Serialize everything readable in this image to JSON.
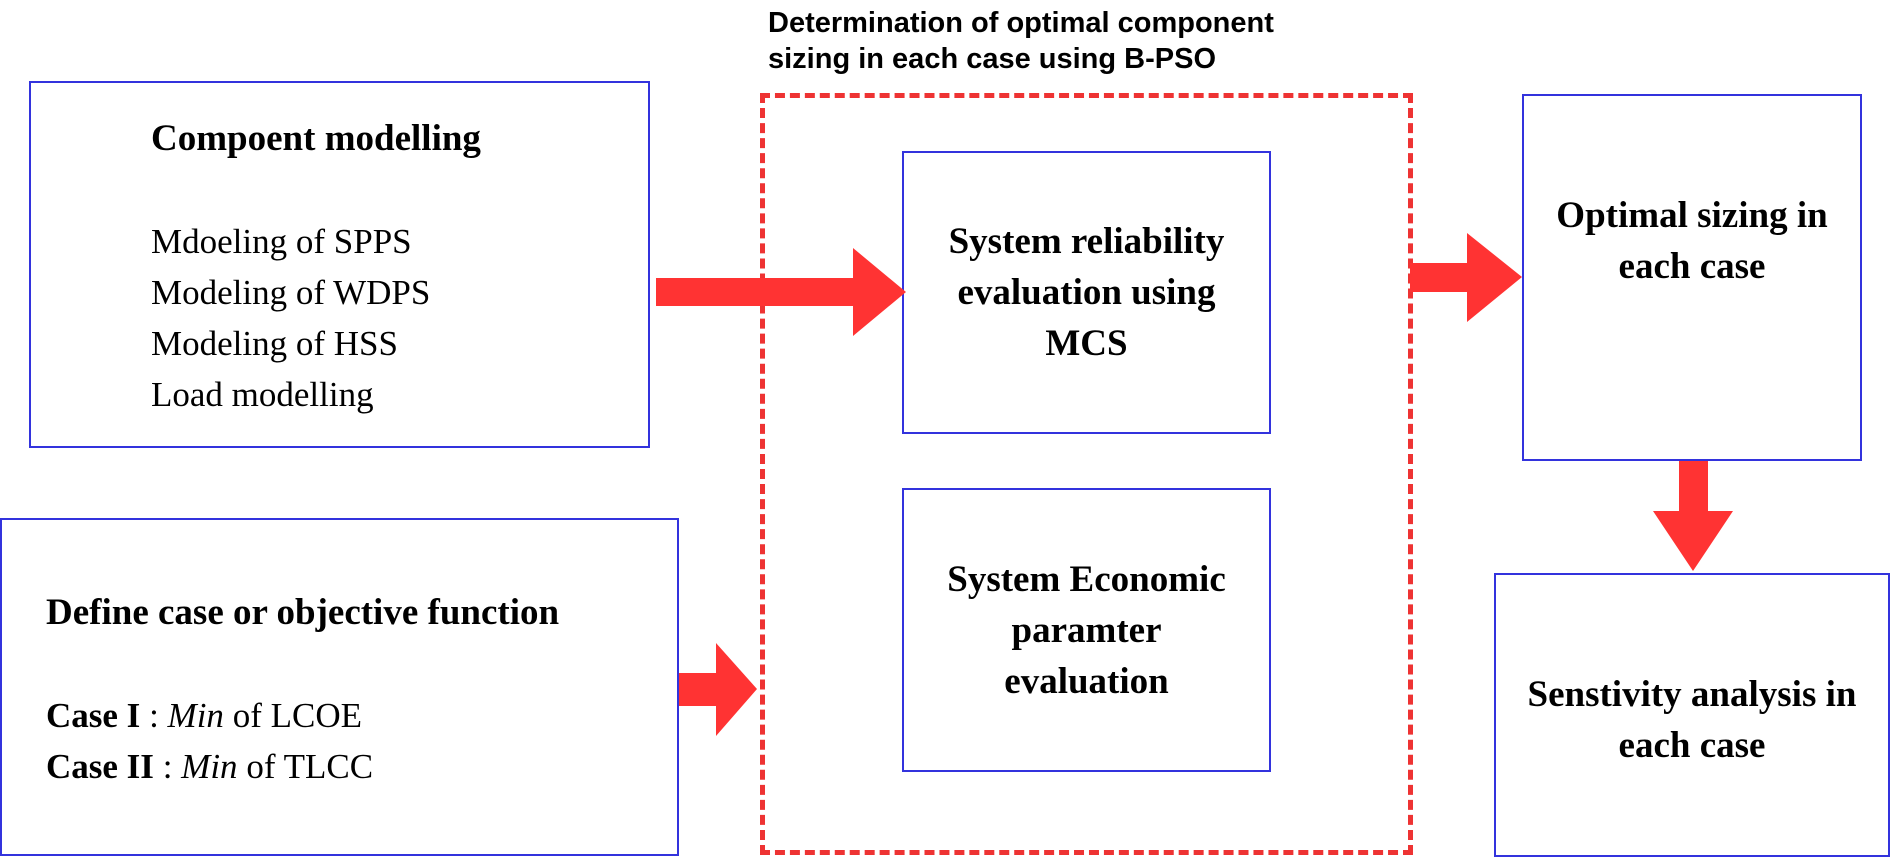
{
  "colors": {
    "box_border": "#3333dd",
    "arrow_fill": "#ff3333",
    "dashed_border": "#ee3333"
  },
  "optimization_group": {
    "label_line1": "Determination of optimal component",
    "label_line2": "sizing in each case using B-PSO"
  },
  "component_modelling": {
    "title": "Compoent modelling",
    "items": [
      "Mdoeling of SPPS",
      "Modeling of WDPS",
      "Modeling of HSS",
      "Load modelling"
    ]
  },
  "define_case": {
    "title": "Define case or objective function",
    "cases": [
      {
        "label": "Case I",
        "sep": " : ",
        "min": "Min",
        "rest": " of LCOE"
      },
      {
        "label": "Case II",
        "sep": " : ",
        "min": "Min",
        "rest": " of TLCC"
      }
    ]
  },
  "reliability": {
    "lines": [
      "System reliability",
      "evaluation using",
      "MCS"
    ]
  },
  "economic": {
    "lines": [
      "System Economic",
      "paramter",
      "evaluation"
    ]
  },
  "optimal_sizing": {
    "lines": [
      "Optimal sizing in",
      "each case"
    ]
  },
  "sensitivity": {
    "lines": [
      "Senstivity analysis in",
      "each case"
    ]
  }
}
